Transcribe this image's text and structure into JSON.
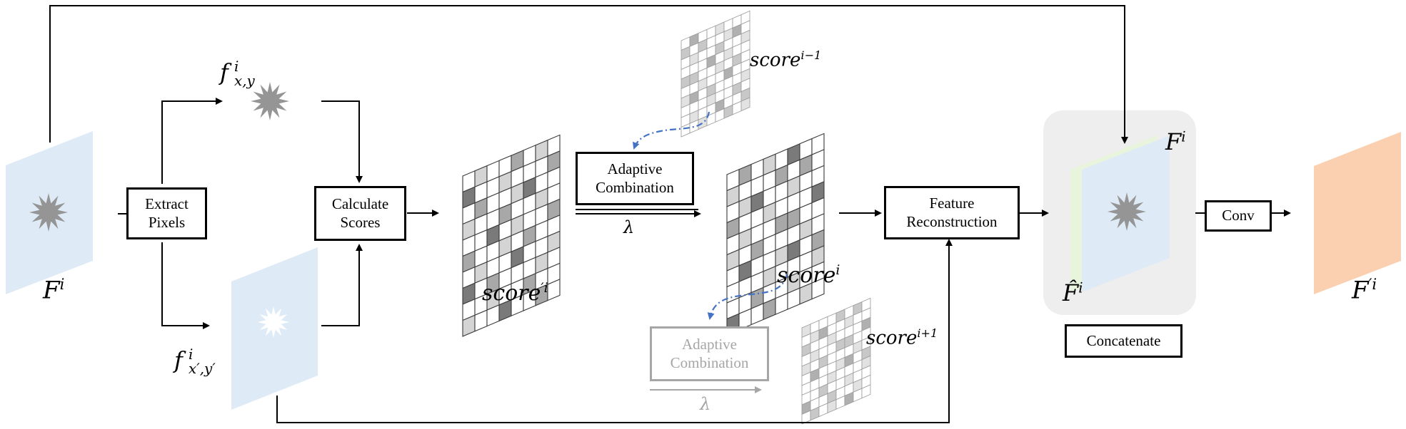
{
  "nodes": {
    "extract_pixels": [
      "Extract",
      "Pixels"
    ],
    "calculate_scores": [
      "Calculate",
      "Scores"
    ],
    "adaptive_combination": [
      "Adaptive",
      "Combination"
    ],
    "adaptive_combination_next": [
      "Adaptive",
      "Combination"
    ],
    "feature_reconstruction": [
      "Feature",
      "Reconstruction"
    ],
    "concatenate": "Concatenate",
    "conv": "Conv"
  },
  "labels": {
    "input_feature": {
      "base": "F",
      "sup": "i"
    },
    "pixel_top": {
      "base": "f",
      "sup": "i",
      "sub": "x,y"
    },
    "pixel_bottom": {
      "base": "f",
      "sup": "i",
      "sub": "x′,y′"
    },
    "score_prime": {
      "base": "score",
      "sup": "′i"
    },
    "score_prev": {
      "base": "score",
      "sup": "i−1"
    },
    "score_cur": {
      "base": "score",
      "sup": "i"
    },
    "score_next": {
      "base": "score",
      "sup": "i+1"
    },
    "lambda": "λ",
    "lambda_faded": "λ",
    "concat_F": {
      "base": "F",
      "sup": "i"
    },
    "concat_Fhat": {
      "base": "F̂",
      "sup": "i"
    },
    "output_feature": {
      "base": "F",
      "sup": "′i"
    }
  },
  "colors": {
    "feature_map": "#deebf7",
    "output_map": "#fbd0b0",
    "concat_bg": "#eeeeee",
    "concat_green": "#e8f5dc",
    "star_dark": "#959595",
    "arrow": "#000000",
    "dash_arrow": "#4472c4",
    "faded": "#a6a6a6"
  }
}
